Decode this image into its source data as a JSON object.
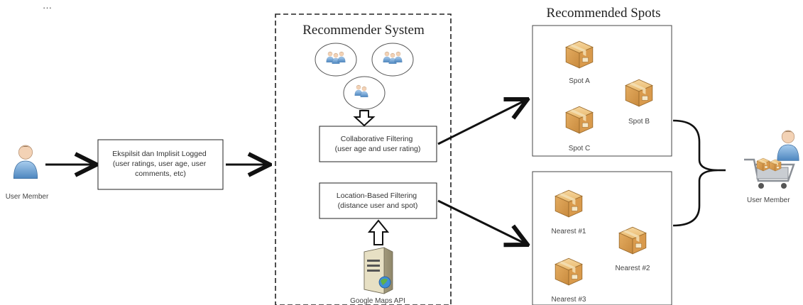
{
  "header_fragment": "…                                                      ",
  "user_left": {
    "label": "User Member",
    "icon": "user-icon"
  },
  "input_box": {
    "lines": [
      "Ekspilsit dan Implisit Logged",
      "(user ratings, user age, user",
      "comments, etc)"
    ]
  },
  "recommender": {
    "title": "Recommender System",
    "group_icon": "user-group-icon",
    "cf_box": {
      "lines": [
        "Collaborative Filtering",
        "(user age and user rating)"
      ]
    },
    "lbf_box": {
      "lines": [
        "Location-Based Filtering",
        "(distance user and spot)"
      ]
    },
    "server": {
      "label": "Google Maps API",
      "icon": "server-icon"
    }
  },
  "spots": {
    "title": "Recommended Spots",
    "top": [
      "Spot A",
      "Spot B",
      "Spot C"
    ],
    "bottom": [
      "Nearest #1",
      "Nearest #2",
      "Nearest #3"
    ],
    "box_icon": "package-icon"
  },
  "user_right": {
    "label": "User Member",
    "icon": "shopping-user-icon"
  },
  "colors": {
    "box_tan": "#d9a35a",
    "box_light": "#f0c987",
    "user_blue": "#7fb2dd",
    "stroke": "#111111"
  }
}
